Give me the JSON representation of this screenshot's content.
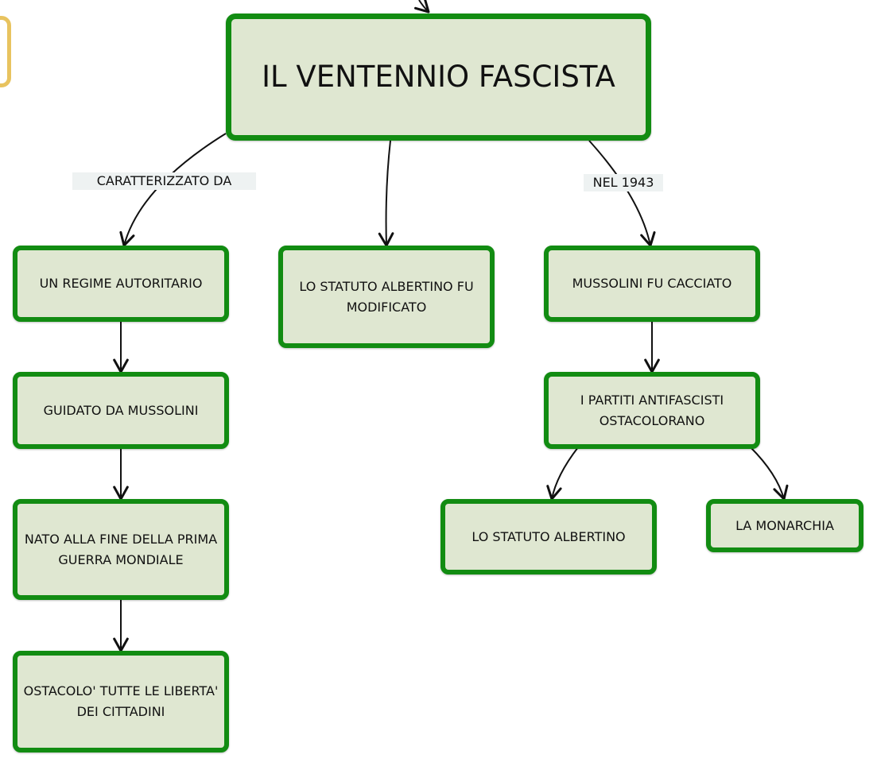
{
  "colors": {
    "node_fill": "#dfe7d1",
    "node_border": "#128c12",
    "edge": "#111111",
    "edge_label_bg": "#eef2f2",
    "partial_node_border": "#e8c35f"
  },
  "map": {
    "title": "IL VENTENNIO FASCISTA",
    "edge_labels": {
      "caratterizzato": "CARATTERIZZATO DA",
      "nel_1943": "NEL 1943"
    },
    "nodes": {
      "regime": "UN REGIME AUTORITARIO",
      "statuto_modificato": "LO STATUTO ALBERTINO FU MODIFICATO",
      "mussolini_cacciato": "MUSSOLINI FU CACCIATO",
      "guidato": "GUIDATO DA MUSSOLINI",
      "partiti": "I PARTITI ANTIFASCISTI OSTACOLORANO",
      "nato": "NATO ALLA FINE DELLA PRIMA GUERRA MONDIALE",
      "statuto": "LO STATUTO ALBERTINO",
      "monarchia": "LA MONARCHIA",
      "ostacolo": "OSTACOLO' TUTTE LE LIBERTA' DEI CITTADINI"
    }
  }
}
